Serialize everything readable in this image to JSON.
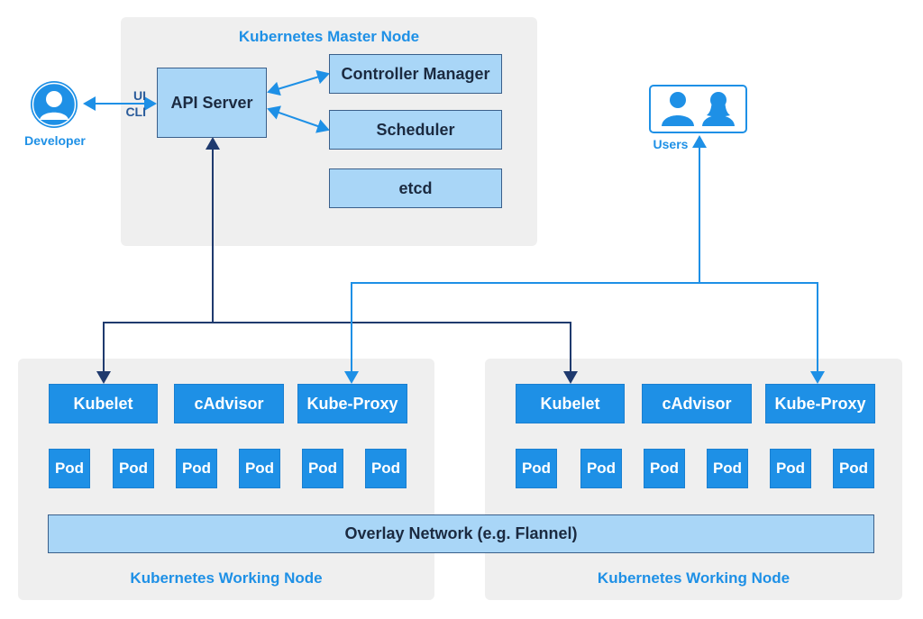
{
  "master": {
    "title": "Kubernetes Master Node",
    "api_server": "API Server",
    "controller_manager": "Controller Manager",
    "scheduler": "Scheduler",
    "etcd": "etcd"
  },
  "developer": {
    "label": "Developer",
    "ui": "UI",
    "cli": "CLI"
  },
  "users": {
    "label": "Users"
  },
  "worker_left": {
    "title": "Kubernetes Working Node",
    "kubelet": "Kubelet",
    "cadvisor": "cAdvisor",
    "kube_proxy": "Kube-Proxy",
    "pods": [
      "Pod",
      "Pod",
      "Pod",
      "Pod",
      "Pod",
      "Pod"
    ]
  },
  "worker_right": {
    "title": "Kubernetes Working Node",
    "kubelet": "Kubelet",
    "cadvisor": "cAdvisor",
    "kube_proxy": "Kube-Proxy",
    "pods": [
      "Pod",
      "Pod",
      "Pod",
      "Pod",
      "Pod",
      "Pod"
    ]
  },
  "overlay_network": "Overlay Network (e.g. Flannel)",
  "colors": {
    "accent": "#1e90e6",
    "light_box": "#a9d6f7",
    "panel": "#efefef",
    "dark_line": "#1f3a6e"
  },
  "icons": {
    "developer": "person-icon",
    "users": "users-icon"
  }
}
